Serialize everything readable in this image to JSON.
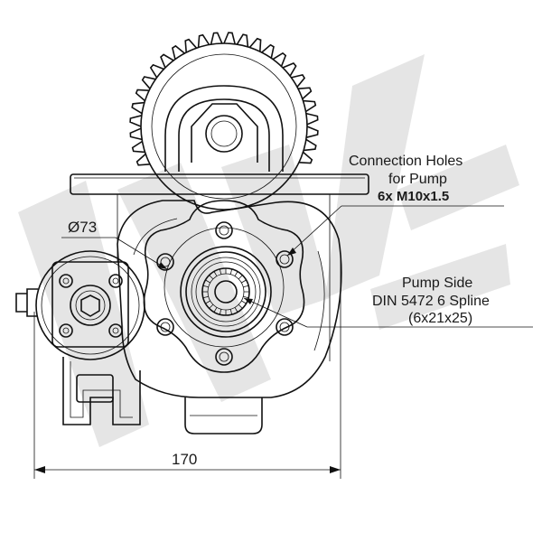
{
  "annotations": {
    "connection_line1": "Connection Holes",
    "connection_line2": "for Pump",
    "connection_line3": "6x  M10x1.5",
    "pump_line1": "Pump Side",
    "pump_line2": "DIN 5472 6 Spline",
    "pump_line3": "(6x21x25)",
    "diameter_symbol": "Ø",
    "diameter_value": "73",
    "width_value": "170"
  },
  "colors": {
    "ink": "#111111",
    "watermark": "#cfcfcf",
    "background": "#ffffff"
  }
}
